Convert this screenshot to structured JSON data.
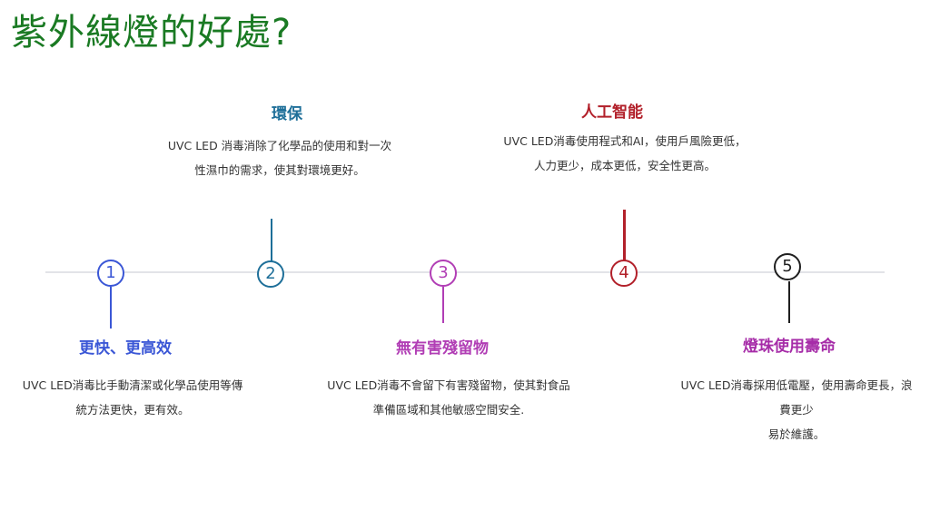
{
  "page": {
    "title": "紫外線燈的好處?"
  },
  "milestones": [
    {
      "number": "1",
      "title": "更快、更高效",
      "description_lines": [
        "UVC LED消毒比手動清潔或化學品使用等傳",
        "統方法更快，更有效。"
      ],
      "color": "#3b57d6",
      "position": "below"
    },
    {
      "number": "2",
      "title": "環保",
      "description_lines": [
        "UVC LED 消毒消除了化學品的使用和對一次",
        "性濕巾的需求，使其對環境更好。"
      ],
      "color": "#1e6f99",
      "position": "above"
    },
    {
      "number": "3",
      "title": "無有害殘留物",
      "description_lines": [
        "UVC LED消毒不會留下有害殘留物，使其對食品",
        "準備區域和其他敏感空間安全."
      ],
      "color": "#b13eb5",
      "position": "below"
    },
    {
      "number": "4",
      "title": "人工智能",
      "description_lines": [
        "UVC LED消毒使用程式和AI，使用戶風險更低，",
        "人力更少，成本更低，安全性更高。"
      ],
      "color": "#b2202a",
      "position": "above"
    },
    {
      "number": "5",
      "title": "燈珠使用壽命",
      "description_lines": [
        "UVC LED消毒採用低電壓，使用壽命更長，浪",
        "費更少",
        "易於維護。"
      ],
      "circle_color": "#1f1f1f",
      "color": "#a62ca8",
      "position": "below"
    }
  ]
}
